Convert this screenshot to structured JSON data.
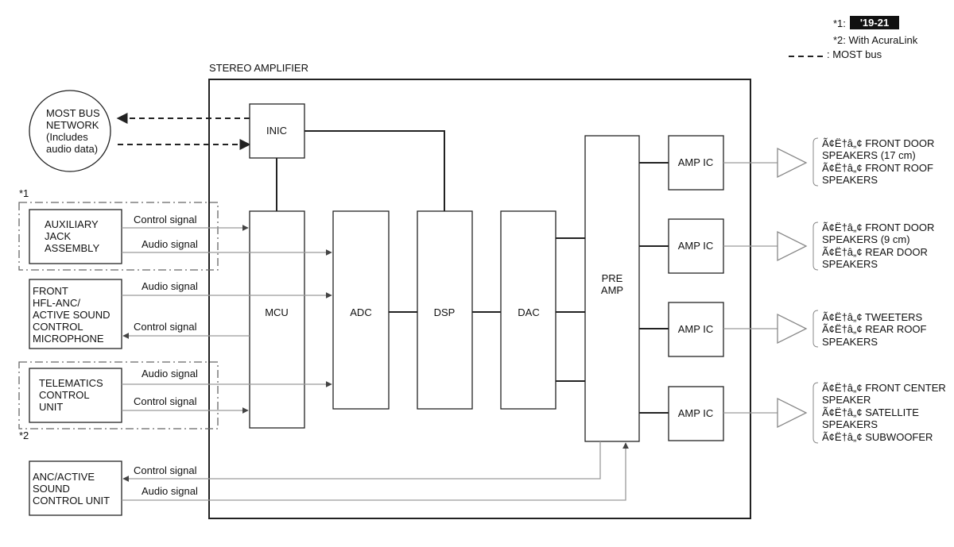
{
  "legend": {
    "note1_mark": "*1:",
    "note1_badge": "'19-21",
    "note2": "*2: With AcuraLink",
    "most_bus": ": MOST bus"
  },
  "amplifier_title": "STEREO AMPLIFIER",
  "most_bus_network": [
    "MOST BUS",
    "NETWORK",
    "(Includes",
    "audio data)"
  ],
  "inic": "INIC",
  "mcu": "MCU",
  "adc": "ADC",
  "dsp": "DSP",
  "dac": "DAC",
  "pre_amp": [
    "PRE",
    "AMP"
  ],
  "amp_ic": [
    "AMP IC",
    "AMP IC",
    "AMP IC",
    "AMP IC"
  ],
  "marks": {
    "aux": "*1",
    "telematics": "*2"
  },
  "aux_jack": [
    "AUXILIARY",
    "JACK",
    "ASSEMBLY"
  ],
  "front_mic": [
    "FRONT",
    "HFL-ANC/",
    "ACTIVE SOUND",
    "CONTROL",
    "MICROPHONE"
  ],
  "telematics": [
    "TELEMATICS",
    "CONTROL",
    "UNIT"
  ],
  "anc_unit": [
    "ANC/ACTIVE",
    "SOUND",
    "CONTROL UNIT"
  ],
  "signals": {
    "aux_control": "Control signal",
    "aux_audio": "Audio signal",
    "mic_audio": "Audio signal",
    "mic_control": "Control signal",
    "tel_audio": "Audio signal",
    "tel_control": "Control signal",
    "anc_control": "Control signal",
    "anc_audio": "Audio signal"
  },
  "speakers": {
    "group1": [
      "Ã¢Ë†â„¢ FRONT DOOR",
      "SPEAKERS (17 cm)",
      "Ã¢Ë†â„¢ FRONT ROOF",
      "SPEAKERS"
    ],
    "group2": [
      "Ã¢Ë†â„¢ FRONT DOOR",
      "SPEAKERS (9 cm)",
      "Ã¢Ë†â„¢ REAR DOOR",
      "SPEAKERS"
    ],
    "group3": [
      "Ã¢Ë†â„¢ TWEETERS",
      "Ã¢Ë†â„¢ REAR ROOF",
      "SPEAKERS"
    ],
    "group4": [
      "Ã¢Ë†â„¢ FRONT CENTER",
      "SPEAKER",
      "Ã¢Ë†â„¢ SATELLITE",
      "SPEAKERS",
      "Ã¢Ë†â„¢ SUBWOOFER"
    ]
  }
}
